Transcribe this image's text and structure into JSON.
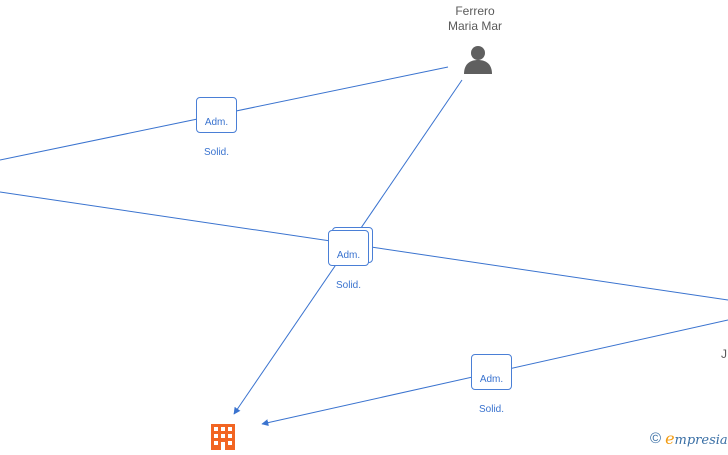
{
  "nodes": {
    "person": {
      "label": "Lozano\nFerrero\nMaria Mar",
      "icon": "person-icon",
      "color": "#5f5f5f"
    },
    "company": {
      "icon": "building-icon",
      "color": "#f26522"
    },
    "right_partial": {
      "label": "J"
    }
  },
  "edges": {
    "top_left": {
      "line1": "Adm.",
      "line2": "Solid."
    },
    "center": {
      "line1": "Adm.",
      "line2": "Solid."
    },
    "bottom_right": {
      "line1": "Adm.",
      "line2": "Solid."
    }
  },
  "colors": {
    "edge": "#3a73cf",
    "badge_border": "#4a7fd6"
  },
  "footer": {
    "copyright_symbol": "©",
    "brand_initial": "e",
    "brand_rest": "mpresia"
  }
}
